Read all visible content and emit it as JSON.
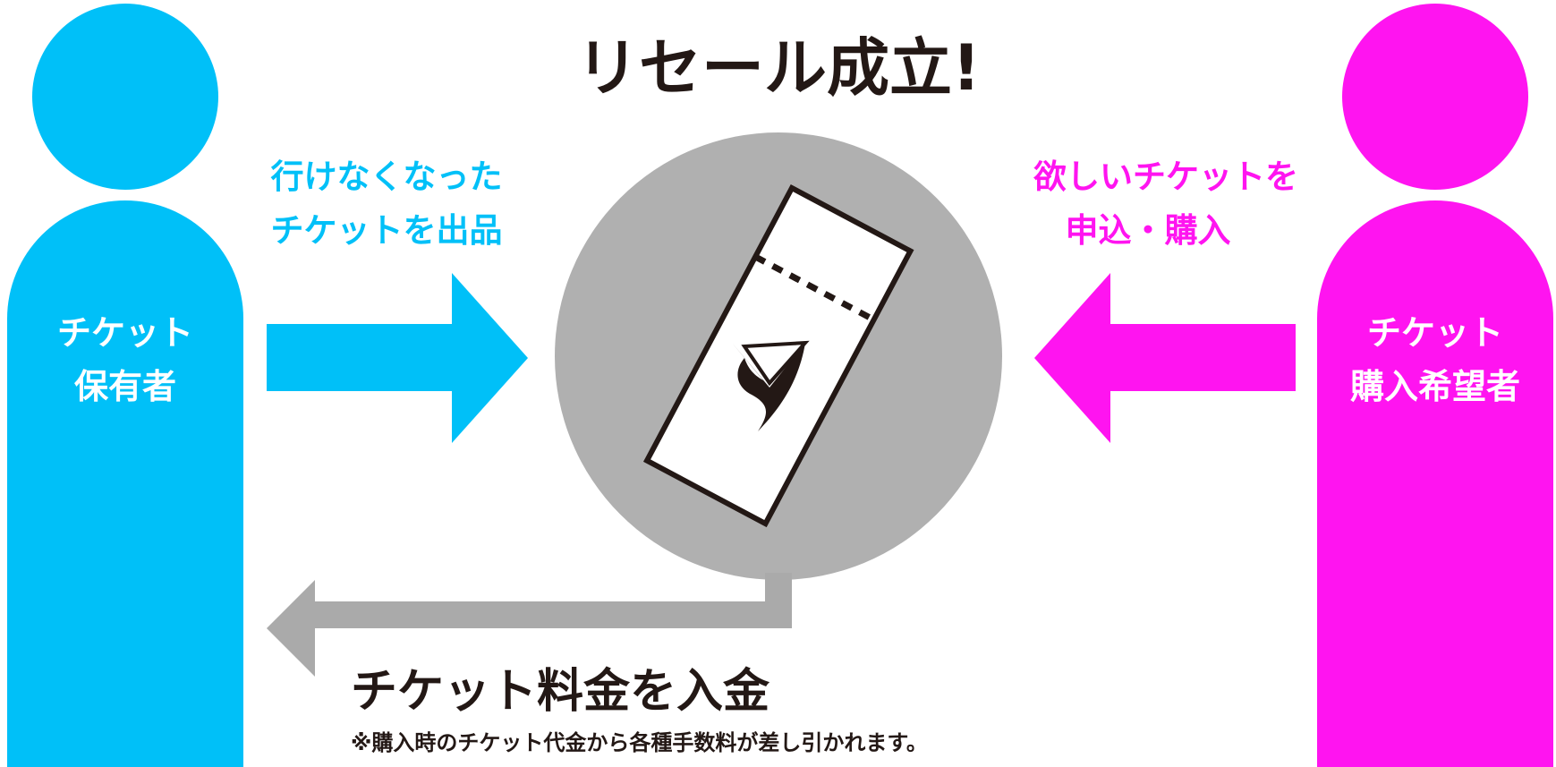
{
  "title": "リセール成立!",
  "seller": {
    "label_line1": "チケット",
    "label_line2": "保有者",
    "action_line1": "行けなくなった",
    "action_line2": "チケットを出品",
    "color": "#00C0F8"
  },
  "buyer": {
    "label_line1": "チケット",
    "label_line2": "購入希望者",
    "action_line1": "欲しいチケットを",
    "action_line2": "申込・購入",
    "color": "#FF14F0"
  },
  "payment": {
    "label": "チケット料金を入金",
    "note": "※購入時のチケット代金から各種手数料が差し引かれます。",
    "color": "#AAAAAA"
  },
  "center": {
    "circle_color": "#B0B0B0",
    "ticket_icon": "ticket-icon",
    "logo_icon": "brand-logo-icon"
  },
  "text_color": "#231815"
}
